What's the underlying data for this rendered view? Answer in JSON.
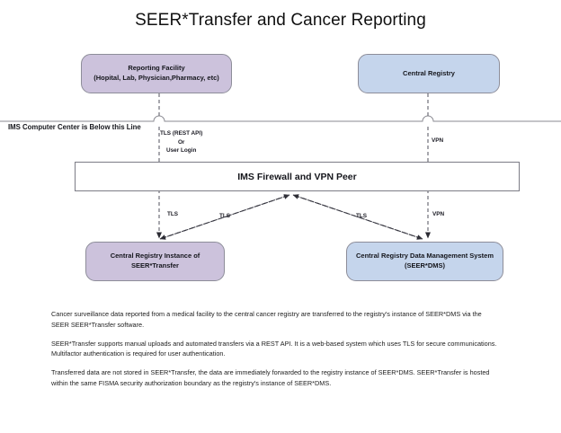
{
  "title": "SEER*Transfer and Cancer Reporting",
  "boundary": {
    "caption": "IMS Computer Center is Below this Line"
  },
  "nodes": {
    "reporting_facility": {
      "line1": "Reporting Facility",
      "line2": "(Hopital, Lab, Physician,Pharmacy, etc)",
      "color": "#ccc2dc"
    },
    "central_registry": {
      "line1": "Central Registry",
      "color": "#c5d5ec"
    },
    "firewall": {
      "label": "IMS Firewall and VPN Peer"
    },
    "seer_transfer": {
      "line1": "Central Registry Instance of",
      "line2": "SEER*Transfer",
      "color": "#ccc2dc"
    },
    "seer_dms": {
      "line1": "Central Registry Data Management System",
      "line2": "(SEER*DMS)",
      "color": "#c5d5ec"
    }
  },
  "edge_labels": {
    "tls_rest_api_line1": "TLS (REST API)",
    "tls_rest_api_line2": "Or",
    "tls_rest_api_line3": "User Login",
    "vpn_top": "VPN",
    "tls_left": "TLS",
    "tls_diagonal_left": "TLS",
    "tls_diagonal_right": "TLS",
    "vpn_bottom": "VPN"
  },
  "notes": [
    "Cancer surveillance data reported from a medical facility to the central cancer registry are transferred to the  registry's instance of SEER*DMS via the SEER SEER*Transfer software.",
    "SEER*Transfer supports manual uploads and automated transfers via a REST API.  It is a web-based system which uses TLS for secure communications.  Multifactor authentication is required for user authentication.",
    "Transferred data are not stored in SEER*Transfer, the data are immediately forwarded to the registry instance of SEER*DMS. SEER*Transfer is hosted within the same FISMA security authorization boundary as the registry's instance of SEER*DMS."
  ],
  "colors": {
    "purple_node": "#ccc2dc",
    "blue_node": "#c5d5ec",
    "node_border": "#8d8d99",
    "connector": "#6f6f78",
    "boundary_line": "#8a8a92",
    "background": "#ffffff"
  }
}
